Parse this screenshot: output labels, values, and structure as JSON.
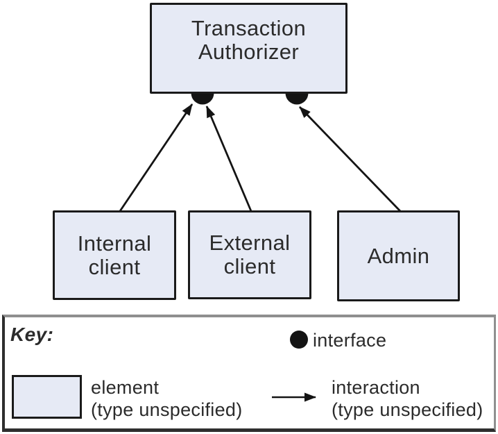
{
  "colors": {
    "element_fill": "#e6eaf5",
    "element_border": "#1a1a1a",
    "text": "#2b2b2b",
    "arrow": "#141414",
    "key_border_dark": "#2e2e2e",
    "key_border_gray": "#8f8f8f",
    "background": "#ffffff"
  },
  "diagram": {
    "nodes": [
      {
        "id": "transaction-authorizer",
        "label": "Transaction Authorizer"
      },
      {
        "id": "internal-client",
        "label": "Internal client"
      },
      {
        "id": "external-client",
        "label": "External client"
      },
      {
        "id": "admin",
        "label": "Admin"
      }
    ],
    "interfaces": [
      {
        "id": "left-interface",
        "on": "transaction-authorizer"
      },
      {
        "id": "right-interface",
        "on": "transaction-authorizer"
      }
    ],
    "edges": [
      {
        "from": "internal-client",
        "to": "left-interface",
        "type": "interaction"
      },
      {
        "from": "external-client",
        "to": "left-interface",
        "type": "interaction"
      },
      {
        "from": "admin",
        "to": "right-interface",
        "type": "interaction"
      }
    ]
  },
  "key": {
    "title": "Key:",
    "interface_label": "interface",
    "element_label": "element",
    "element_sublabel": "(type unspecified)",
    "interaction_label": "interaction",
    "interaction_sublabel": "(type unspecified)"
  }
}
